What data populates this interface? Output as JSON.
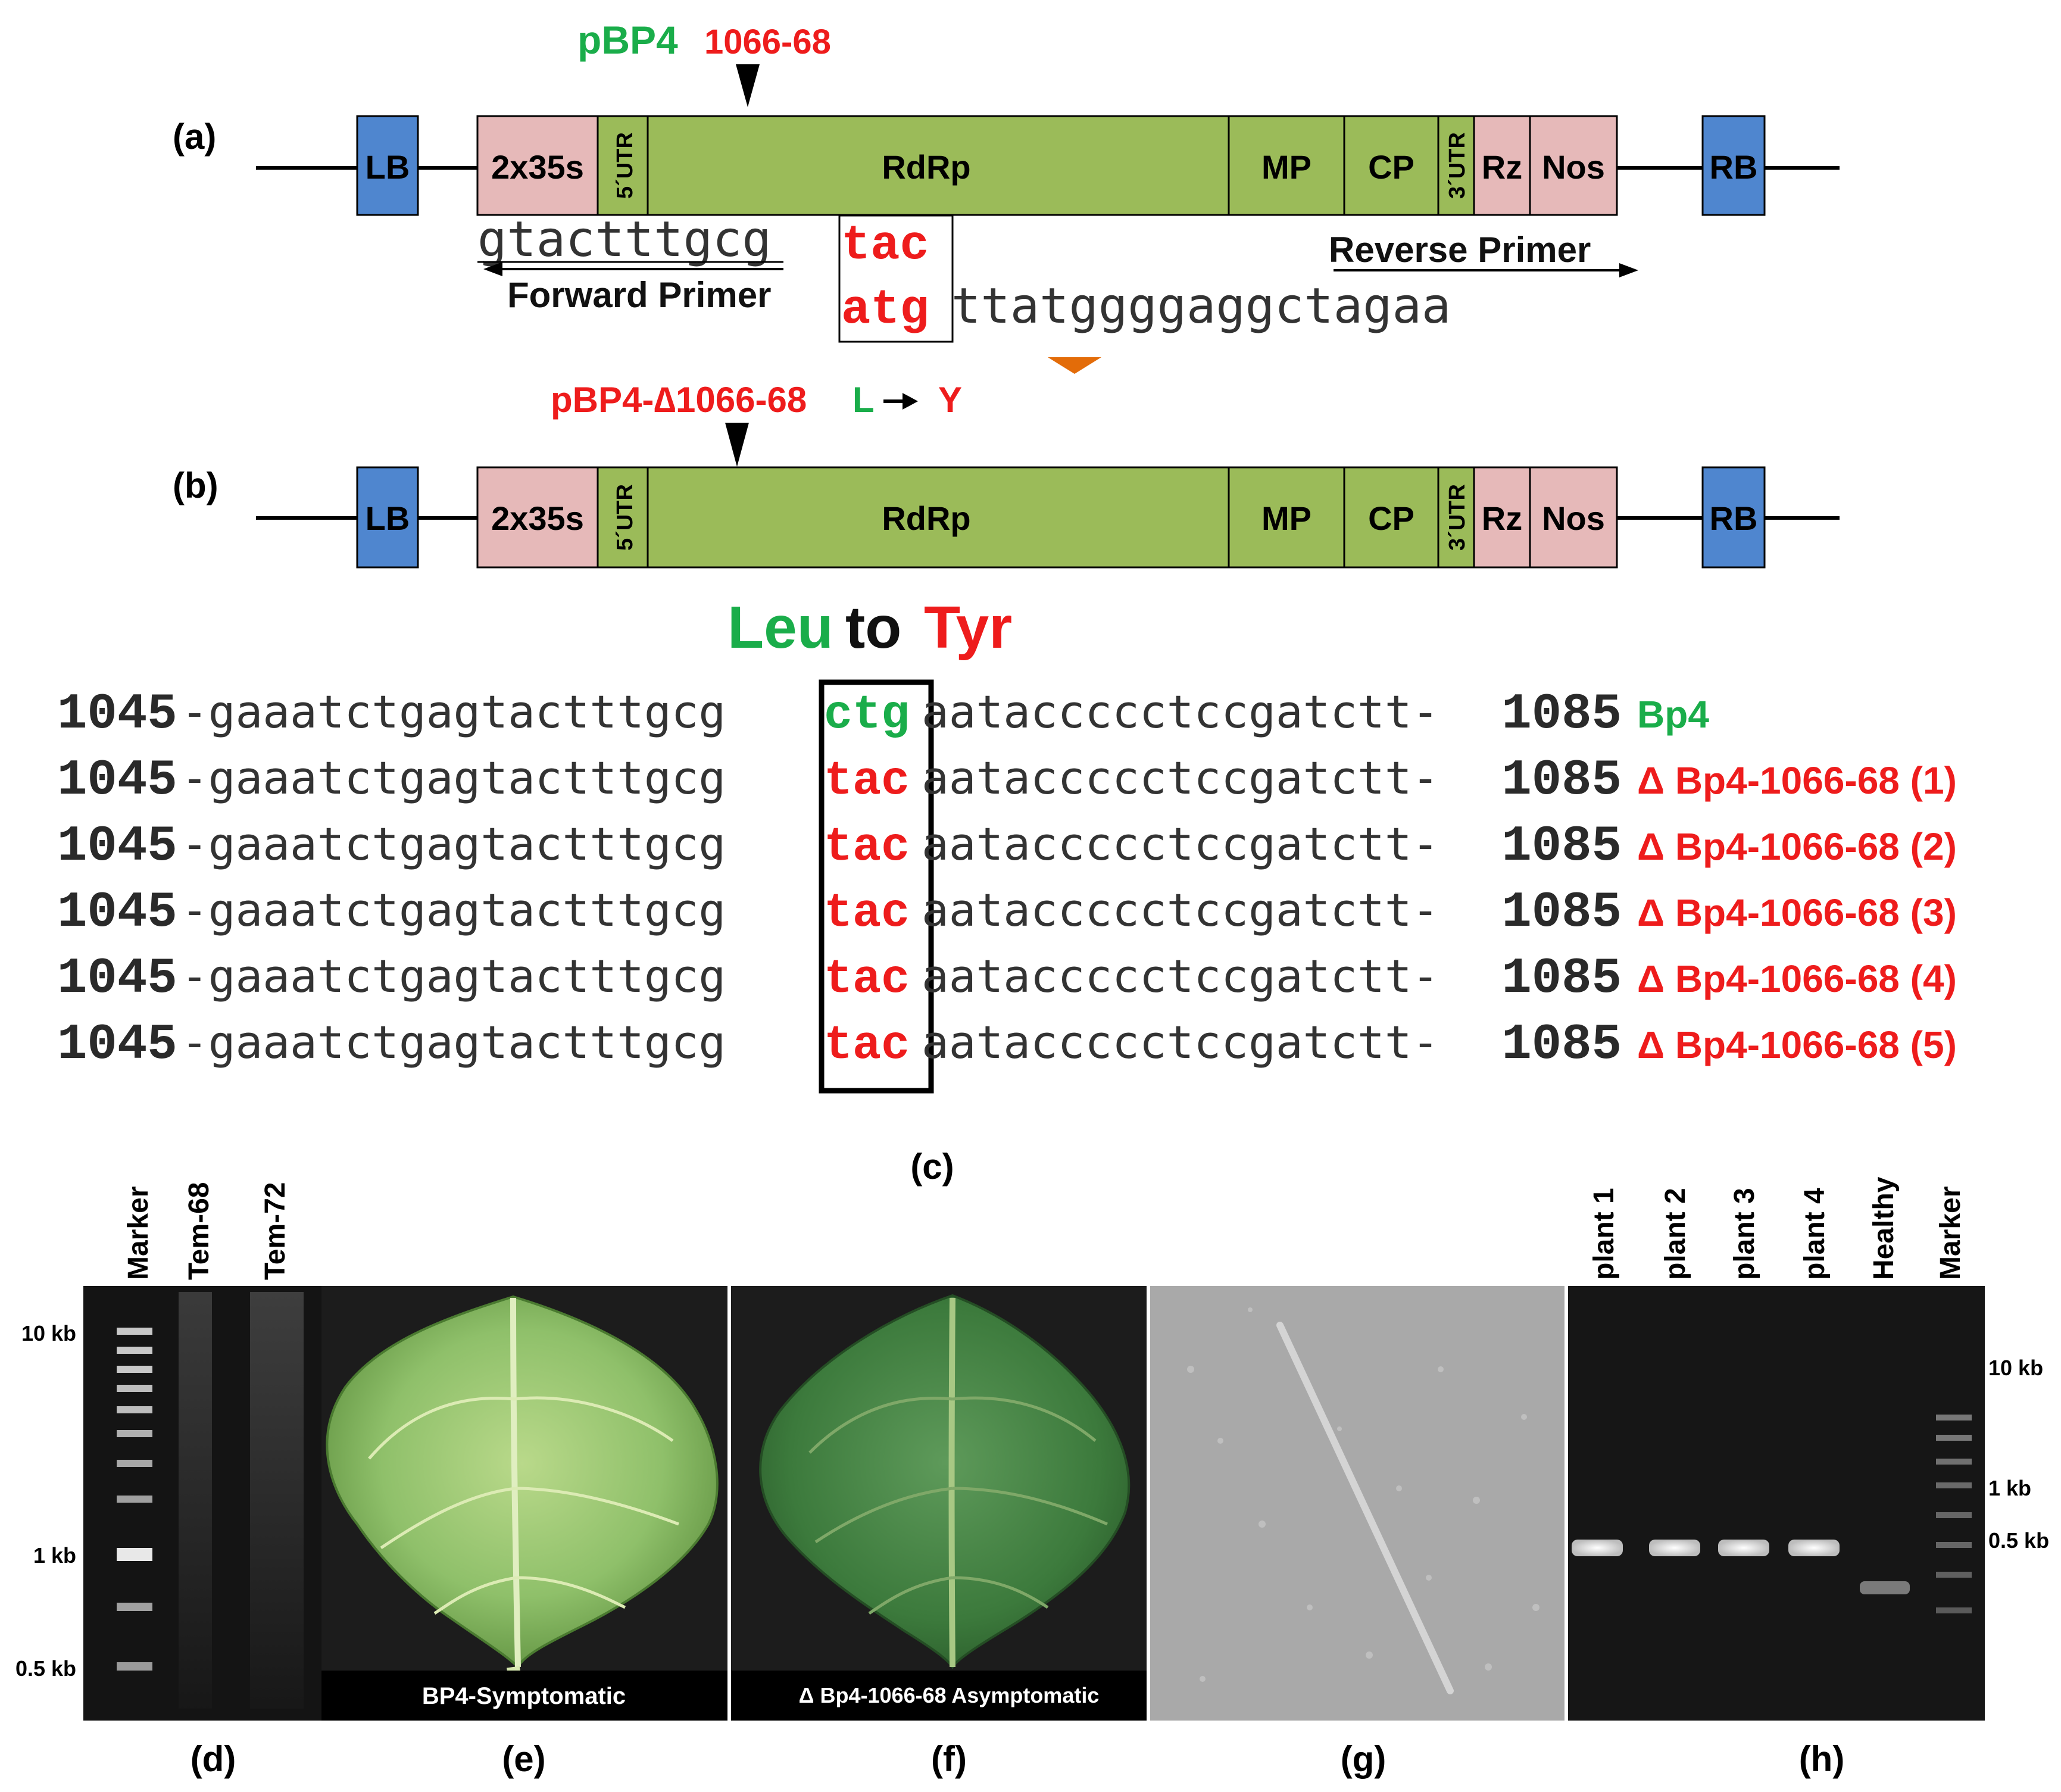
{
  "figure": {
    "panel_labels": {
      "a": "(a)",
      "b": "(b)",
      "c": "(c)",
      "d": "(d)",
      "e": "(e)",
      "f": "(f)",
      "g": "(g)",
      "h": "(h)"
    },
    "construct_a": {
      "plasmid": "pBP4",
      "position": "1066-68",
      "segments": {
        "lb": "LB",
        "promoter": "2x35s",
        "utr5": "5´UTR",
        "rdrp": "RdRp",
        "mp": "MP",
        "cp": "CP",
        "utr3": "3´UTR",
        "rz": "Rz",
        "nos": "Nos",
        "rb": "RB"
      },
      "forward_primer_seq": "gtactttgcg",
      "forward_mut": "tac",
      "reverse_mut": "atg",
      "reverse_primer_seq": "ttatggggaggctagaa",
      "forward_primer_label": "Forward Primer",
      "reverse_primer_label": "Reverse Primer"
    },
    "construct_b": {
      "plasmid": "pBP4-∆1066-68",
      "aa_from": "L",
      "aa_to": "Y",
      "segments": {
        "lb": "LB",
        "promoter": "2x35s",
        "utr5": "5´UTR",
        "rdrp": "RdRp",
        "mp": "MP",
        "cp": "CP",
        "utr3": "3´UTR",
        "rz": "Rz",
        "nos": "Nos",
        "rb": "RB"
      }
    },
    "alignment": {
      "title_from": "Leu",
      "title_to": "to",
      "title_tyr": "Tyr",
      "rows": [
        {
          "start": "1045",
          "left": "-gaaatctgagtactttgcg",
          "codon": "ctg",
          "right": "aataccccctccgatctt-",
          "end": "1085",
          "label": "Bp4"
        },
        {
          "start": "1045",
          "left": "-gaaatctgagtactttgcg",
          "codon": "tac",
          "right": "aataccccctccgatctt-",
          "end": "1085",
          "label": "Δ Bp4-1066-68 (1)"
        },
        {
          "start": "1045",
          "left": "-gaaatctgagtactttgcg",
          "codon": "tac",
          "right": "aataccccctccgatctt-",
          "end": "1085",
          "label": "Δ Bp4-1066-68 (2)"
        },
        {
          "start": "1045",
          "left": "-gaaatctgagtactttgcg",
          "codon": "tac",
          "right": "aataccccctccgatctt-",
          "end": "1085",
          "label": "Δ Bp4-1066-68 (3)"
        },
        {
          "start": "1045",
          "left": "-gaaatctgagtactttgcg",
          "codon": "tac",
          "right": "aataccccctccgatctt-",
          "end": "1085",
          "label": "Δ Bp4-1066-68 (4)"
        },
        {
          "start": "1045",
          "left": "-gaaatctgagtactttgcg",
          "codon": "tac",
          "right": "aataccccctccgatctt-",
          "end": "1085",
          "label": "Δ Bp4-1066-68 (5)"
        }
      ]
    },
    "gel_d": {
      "lanes": [
        "Marker",
        "Tem-68",
        "Tem-72"
      ],
      "size_labels": [
        "10 kb",
        "1 kb",
        "0.5 kb"
      ]
    },
    "leaf_e": {
      "caption": "BP4-Symptomatic"
    },
    "leaf_f": {
      "caption": "Δ Bp4-1066-68 Asymptomatic"
    },
    "gel_h": {
      "lanes": [
        "plant 1",
        "plant 2",
        "plant 3",
        "plant 4",
        "Healthy",
        "Marker"
      ],
      "size_labels": [
        "10 kb",
        "1 kb",
        "0.5 kb"
      ]
    },
    "colors": {
      "green_text": "#1aad4a",
      "red_text": "#ee1c1c",
      "lb_rb_box": "#4f86cf",
      "promoter_box": "#e6b9b9",
      "gene_box": "#9bbb59",
      "arrow_orange": "#e36c09"
    }
  }
}
